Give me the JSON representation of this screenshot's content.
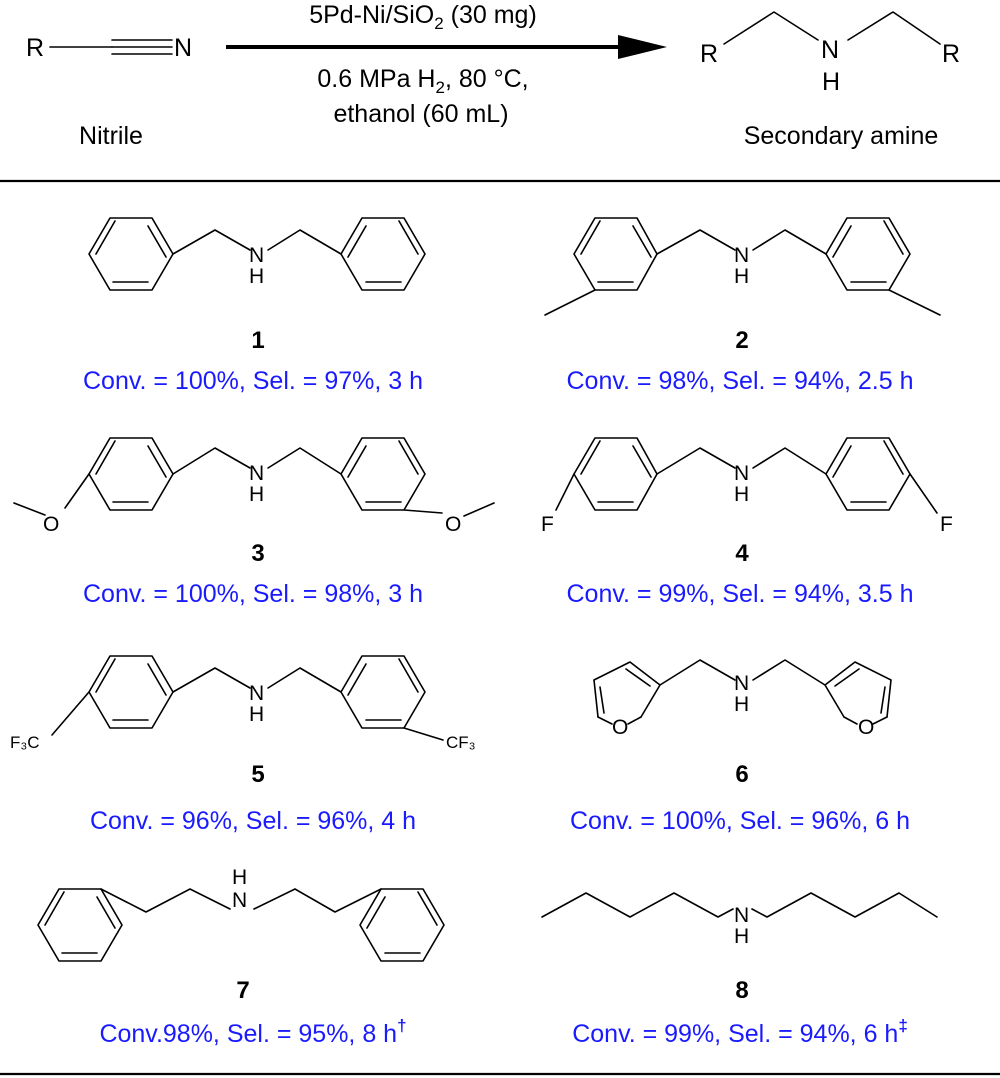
{
  "scheme": {
    "reactant_R": "R",
    "reactant_N": "N",
    "reactant_label": "Nitrile",
    "catalyst_main": "5Pd-Ni/SiO",
    "catalyst_sub": "2",
    "catalyst_tail": " (30 mg)",
    "cond1_a": "0.6 MPa H",
    "cond1_sub": "2",
    "cond1_b": ", 80 °C,",
    "cond2": "ethanol (60 mL)",
    "product_R_left": "R",
    "product_R_right": "R",
    "product_N": "N",
    "product_H": "H",
    "product_label": "Secondary amine"
  },
  "atoms": {
    "N": "N",
    "H": "H",
    "O": "O",
    "F": "F",
    "CF3_left": "F₃C",
    "CF3_right": "CF₃"
  },
  "compounds": [
    {
      "number": "1",
      "result": "Conv. = 100%, Sel. = 97%, 3 h",
      "mark": ""
    },
    {
      "number": "2",
      "result": "Conv. = 98%, Sel. = 94%, 2.5 h",
      "mark": ""
    },
    {
      "number": "3",
      "result": "Conv. = 100%, Sel. = 98%, 3 h",
      "mark": ""
    },
    {
      "number": "4",
      "result": "Conv. = 99%, Sel. = 94%, 3.5 h",
      "mark": ""
    },
    {
      "number": "5",
      "result": "Conv. = 96%, Sel. = 96%, 4 h",
      "mark": ""
    },
    {
      "number": "6",
      "result": "Conv. = 100%, Sel. = 96%, 6 h",
      "mark": ""
    },
    {
      "number": "7",
      "result": "Conv.98%, Sel. = 95%, 8 h",
      "mark": "†"
    },
    {
      "number": "8",
      "result": "Conv. = 99%, Sel. = 94%, 6 h",
      "mark": "‡"
    }
  ],
  "colors": {
    "result_text": "#1a1aff",
    "ink": "#000000"
  }
}
